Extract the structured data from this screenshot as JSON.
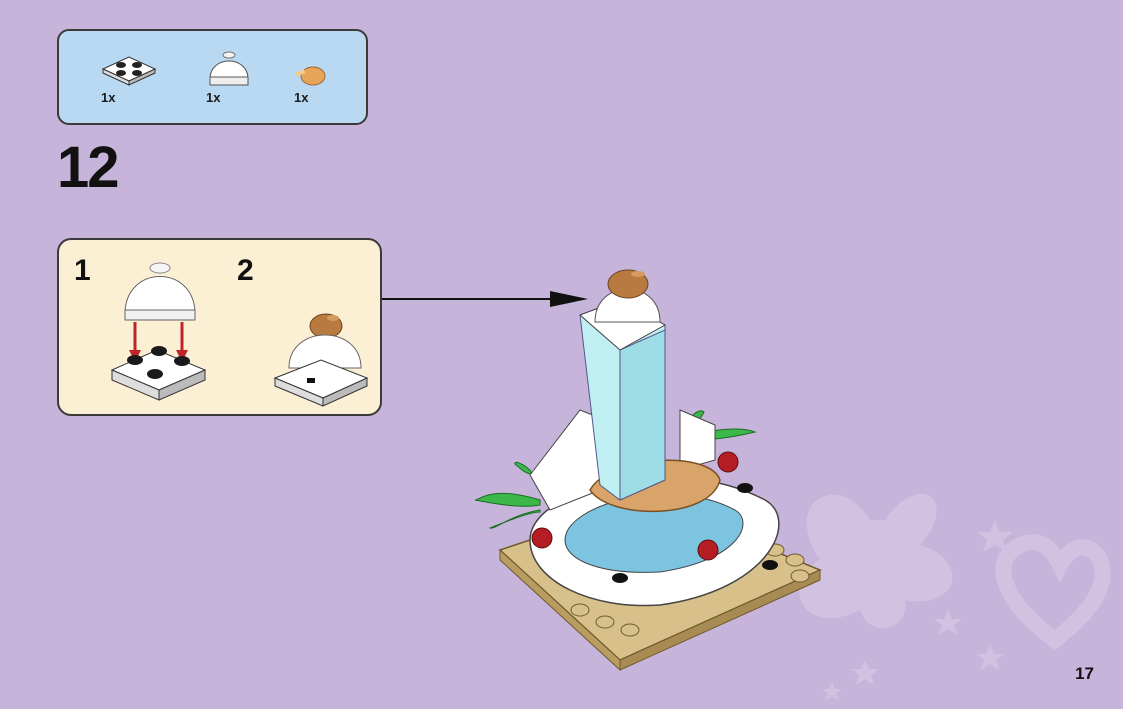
{
  "parts_list": {
    "items": [
      {
        "name": "white 2x2 plate",
        "qty": "1x"
      },
      {
        "name": "white 2x2 dome",
        "qty": "1x"
      },
      {
        "name": "roast chicken leg",
        "qty": "1x"
      }
    ]
  },
  "step": {
    "number": "12"
  },
  "sub_steps": [
    {
      "number": "1"
    },
    {
      "number": "2"
    }
  ],
  "page": {
    "number": "17"
  },
  "colors": {
    "background": "#c7b4da",
    "parts_box": "#b9d9f2",
    "sub_box": "#fbefd4",
    "white_brick": "#ffffff",
    "tan_plate": "#d8c08a",
    "trans_light_blue": "#a8e4ea",
    "green_leaf": "#3cb84a",
    "red_flower": "#b51d24",
    "chicken": "#b97a3f"
  }
}
